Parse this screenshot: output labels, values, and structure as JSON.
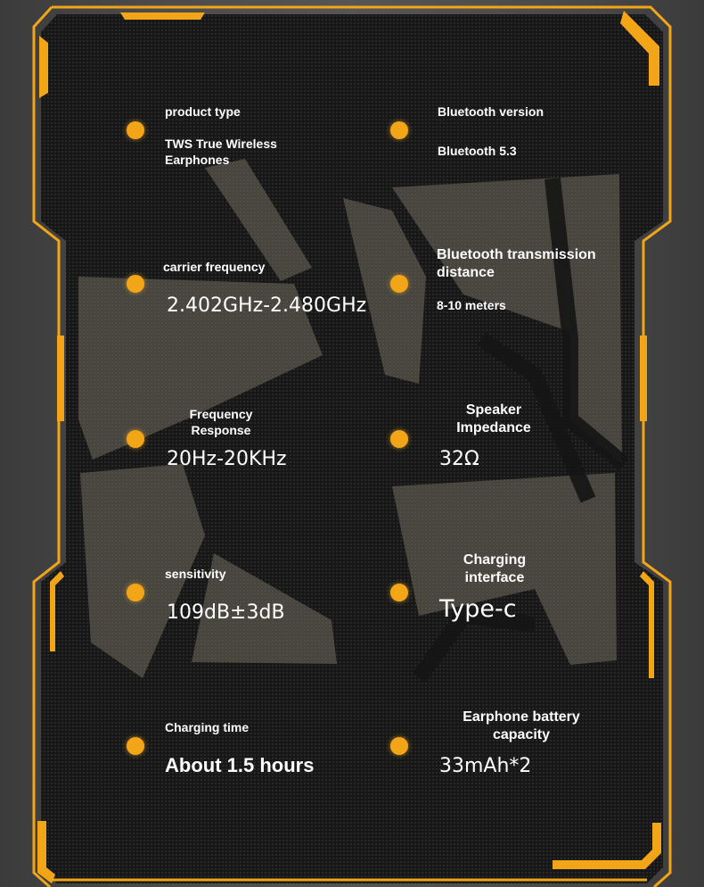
{
  "colors": {
    "accent": "#f2a516",
    "panel": "#1a1a1a",
    "text": "#ffffff"
  },
  "specs": [
    {
      "label": "product type",
      "value": "TWS True Wireless Earphones"
    },
    {
      "label": "Bluetooth version",
      "value": "Bluetooth 5.3"
    },
    {
      "label": "carrier frequency",
      "value": "2.402GHz-2.480GHz"
    },
    {
      "label": "Bluetooth transmission distance",
      "value": "8-10 meters"
    },
    {
      "label": "Frequency Response",
      "value": "20Hz-20KHz"
    },
    {
      "label": "Speaker Impedance",
      "value": "32Ω"
    },
    {
      "label": "sensitivity",
      "value": "109dB±3dB"
    },
    {
      "label": "Charging interface",
      "value": "Type-c"
    },
    {
      "label": "Charging time",
      "value": "About 1.5 hours"
    },
    {
      "label": "Earphone battery capacity",
      "value": "33mAh*2"
    }
  ]
}
